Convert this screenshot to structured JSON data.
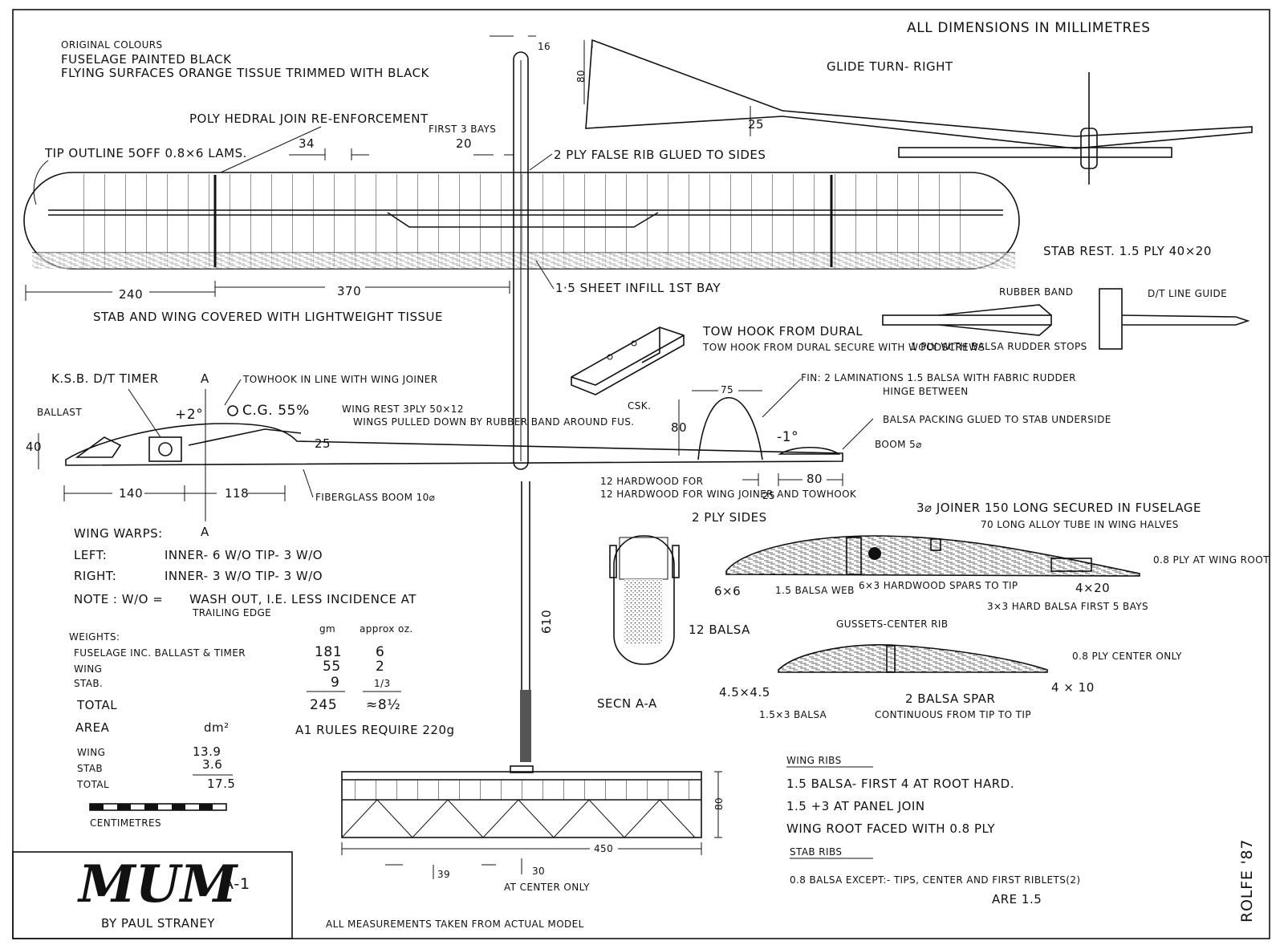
{
  "header": {
    "units": "ALL DIMENSIONS IN MILLIMETRES",
    "original_colours": [
      "ORIGINAL COLOURS",
      "FUSELAGE  PAINTED BLACK",
      "FLYING SURFACES  ORANGE  TISSUE  TRIMMED WITH BLACK"
    ],
    "glide_turn": "GLIDE TURN- RIGHT"
  },
  "wing": {
    "polyhedral": "POLY HEDRAL JOIN RE-ENFORCEMENT",
    "tip_outline": "TIP OUTLINE 5OFF 0.8×6 LAMS.",
    "first_bays": "FIRST 3 BAYS",
    "false_rib": "2 PLY FALSE RIB GLUED TO SIDES",
    "sheet_infill": "1·5 SHEET INFILL 1ST BAY",
    "covering": "STAB AND WING COVERED WITH LIGHTWEIGHT TISSUE",
    "dims": {
      "d16": "16",
      "d34": "34",
      "d20": "20",
      "d240": "240",
      "d370": "370",
      "d610": "610",
      "d80": "80",
      "d25": "25"
    }
  },
  "stab": {
    "rest": "STAB REST. 1.5 PLY 40×20",
    "rubber_band": "RUBBER BAND",
    "dt_guide": "D/T LINE GUIDE",
    "rudder_stops": "1 PLY WITH BALSA RUDDER STOPS",
    "dims": {
      "d450": "450",
      "d80": "80",
      "d39": "39",
      "d30": "30"
    },
    "at_center": "AT CENTER ONLY"
  },
  "towhook": {
    "label": "TOW HOOK FROM DURAL SECURE WITH WOODSCREWS",
    "csk": "CSK."
  },
  "fuselage": {
    "timer": "K.S.B. D/T TIMER",
    "section_a": "A",
    "towhook_line": "TOWHOOK IN LINE WITH WING JOINER",
    "ballast": "BALLAST",
    "plus2": "+2°",
    "cg": "C.G. 55%",
    "wing_rest": "WING REST 3PLY 50×12",
    "wing_rest_note": "WINGS PULLED DOWN BY RUBBER BAND AROUND FUS.",
    "fiberglass": "FIBERGLASS BOOM 10⌀",
    "fin": "FIN: 2 LAMINATIONS 1.5 BALSA WITH FABRIC RUDDER",
    "fin2": "HINGE BETWEEN",
    "balsa_packing": "BALSA PACKING GLUED TO STAB UNDERSIDE",
    "boom": "BOOM 5⌀",
    "minus1": "-1°",
    "dims": {
      "d40": "40",
      "d25": "25",
      "d140": "140",
      "d118": "118",
      "d75": "75",
      "d80": "80",
      "d25b": "25",
      "d80b": "80"
    }
  },
  "section": {
    "hardwood": "12 HARDWOOD FOR WING JOINER AND TOWHOOK",
    "ply_sides": "2 PLY SIDES",
    "balsa": "12 BALSA",
    "title": "SECN A-A"
  },
  "airfoil": {
    "joiner": "3⌀ JOINER  150 LONG  SECURED IN FUSELAGE",
    "tube": "70 LONG ALLOY TUBE IN WING HALVES",
    "ply_root": "0.8 PLY AT WING ROOT",
    "s6x6": "6×6",
    "web": "1.5 BALSA WEB",
    "spars": "6×3 HARDWOOD SPARS TO TIP",
    "s4x20": "4×20",
    "hard_balsa": "3×3 HARD BALSA FIRST 5 BAYS",
    "gussets": "GUSSETS-CENTER RIB",
    "ply_center": "0.8 PLY CENTER ONLY",
    "s45": "4.5×4.5",
    "s4x10": "4 × 10",
    "spar2": "2 BALSA SPAR",
    "s15x3": "1.5×3 BALSA",
    "continuous": "CONTINUOUS FROM TIP TO TIP"
  },
  "warps": {
    "title": "WING WARPS:",
    "left_label": "LEFT:",
    "left_val": "INNER- 6 W/O   TIP- 3 W/O",
    "right_label": "RIGHT:",
    "right_val": "INNER- 3 W/O   TIP- 3 W/O",
    "note_label": "NOTE : W/O =",
    "note_val": "WASH OUT, I.E. LESS INCIDENCE AT",
    "note_val2": "TRAILING EDGE"
  },
  "weights": {
    "title": "WEIGHTS:",
    "col_gm": "gm",
    "col_oz": "approx oz.",
    "rows": [
      {
        "item": "FUSELAGE INC. BALLAST & TIMER",
        "gm": "181",
        "oz": "6"
      },
      {
        "item": "WING",
        "gm": "55",
        "oz": "2"
      },
      {
        "item": "STAB.",
        "gm": "9",
        "oz": "1/3"
      },
      {
        "item": "TOTAL",
        "gm": "245",
        "oz": "≈8½"
      }
    ],
    "rules": "A1 RULES REQUIRE 220g"
  },
  "area": {
    "title": "AREA",
    "unit": "dm²",
    "rows": [
      {
        "item": "WING",
        "val": "13.9"
      },
      {
        "item": "STAB",
        "val": "3.6"
      },
      {
        "item": "TOTAL",
        "val": "17.5"
      }
    ],
    "scale": "CENTIMETRES"
  },
  "ribs": {
    "wing_title": "WING RIBS",
    "w1": "1.5 BALSA- FIRST 4 AT ROOT HARD.",
    "w2": "1.5 +3 AT PANEL JOIN",
    "w3": "WING ROOT FACED WITH 0.8 PLY",
    "stab_title": "STAB RIBS",
    "s1": "0.8 BALSA EXCEPT:-   TIPS, CENTER AND FIRST RIBLETS(2)",
    "s2": "ARE  1.5"
  },
  "title_block": {
    "name": "MUM",
    "class": "A-1",
    "author": "BY PAUL STRANEY",
    "measurements": "ALL MEASUREMENTS TAKEN FROM ACTUAL MODEL",
    "signature": "ROLFE '87"
  }
}
